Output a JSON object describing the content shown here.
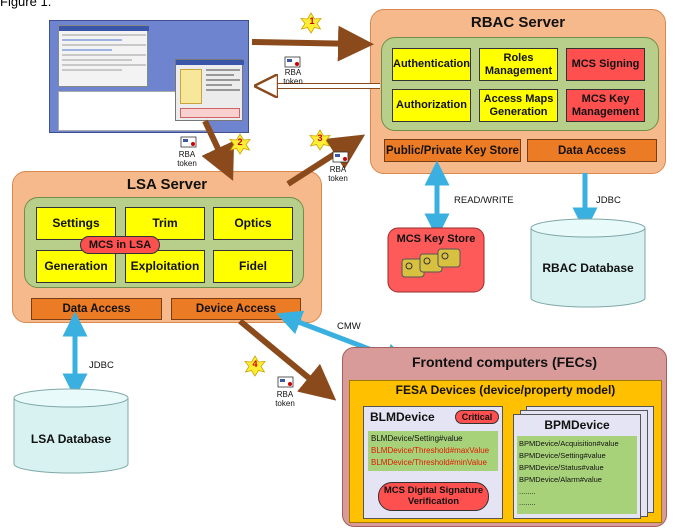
{
  "figure_label": "Figure 1.",
  "rbac": {
    "title": "RBAC Server",
    "boxes": [
      "Authentication",
      "Roles Management",
      "MCS Signing",
      "Authorization",
      "Access Maps Generation",
      "MCS Key Management"
    ],
    "key_store": "Public/Private Key Store",
    "data_access": "Data Access"
  },
  "lsa": {
    "title": "LSA Server",
    "boxes": [
      "Settings",
      "Trim",
      "Optics",
      "Generation",
      "Exploitation",
      "Fidel"
    ],
    "mcs_in_lsa": "MCS in LSA",
    "data_access": "Data Access",
    "device_access": "Device Access"
  },
  "stores": {
    "mcs_key_store": "MCS Key Store",
    "rbac_db": "RBAC Database",
    "lsa_db": "LSA Database"
  },
  "labels": {
    "read_write": "READ/WRITE",
    "jdbc_rbac": "JDBC",
    "jdbc_lsa": "JDBC",
    "cmw": "CMW",
    "rba_token": "RBA token"
  },
  "steps": [
    "1",
    "2",
    "3",
    "4"
  ],
  "fec": {
    "title": "Frontend computers (FECs)",
    "fesa_title": "FESA Devices (device/property model)",
    "blm": {
      "title": "BLMDevice",
      "badge": "Critical",
      "props": [
        {
          "text": "BLMDevice/Setting#value",
          "color": "#111111"
        },
        {
          "text": "BLMDevice/Threshold#maxValue",
          "color": "#e01a00"
        },
        {
          "text": "BLMDevice/Threshold#minValue",
          "color": "#e01a00"
        }
      ],
      "verification": "MCS Digital Signature Verification"
    },
    "bpm": {
      "title": "BPMDevice",
      "props": [
        "BPMDevice/Acquisition#value",
        "BPMDevice/Setting#value",
        "BPMDevice/Status#value",
        "BPMDevice/Alarm#value",
        "........",
        "........"
      ]
    }
  },
  "colors": {
    "server_fill": "#f6b98b",
    "inner_fill": "#b7cf8a",
    "yellow": "#ffff00",
    "red_box": "#ff5050",
    "orange_bar": "#ec7b25",
    "arrow_brown": "#8b4a1c",
    "arrow_blue": "#3ab0e0",
    "fec_fill": "#d99a9a",
    "fesa_fill": "#ffc000",
    "db_fill": "#d8f1f1"
  }
}
